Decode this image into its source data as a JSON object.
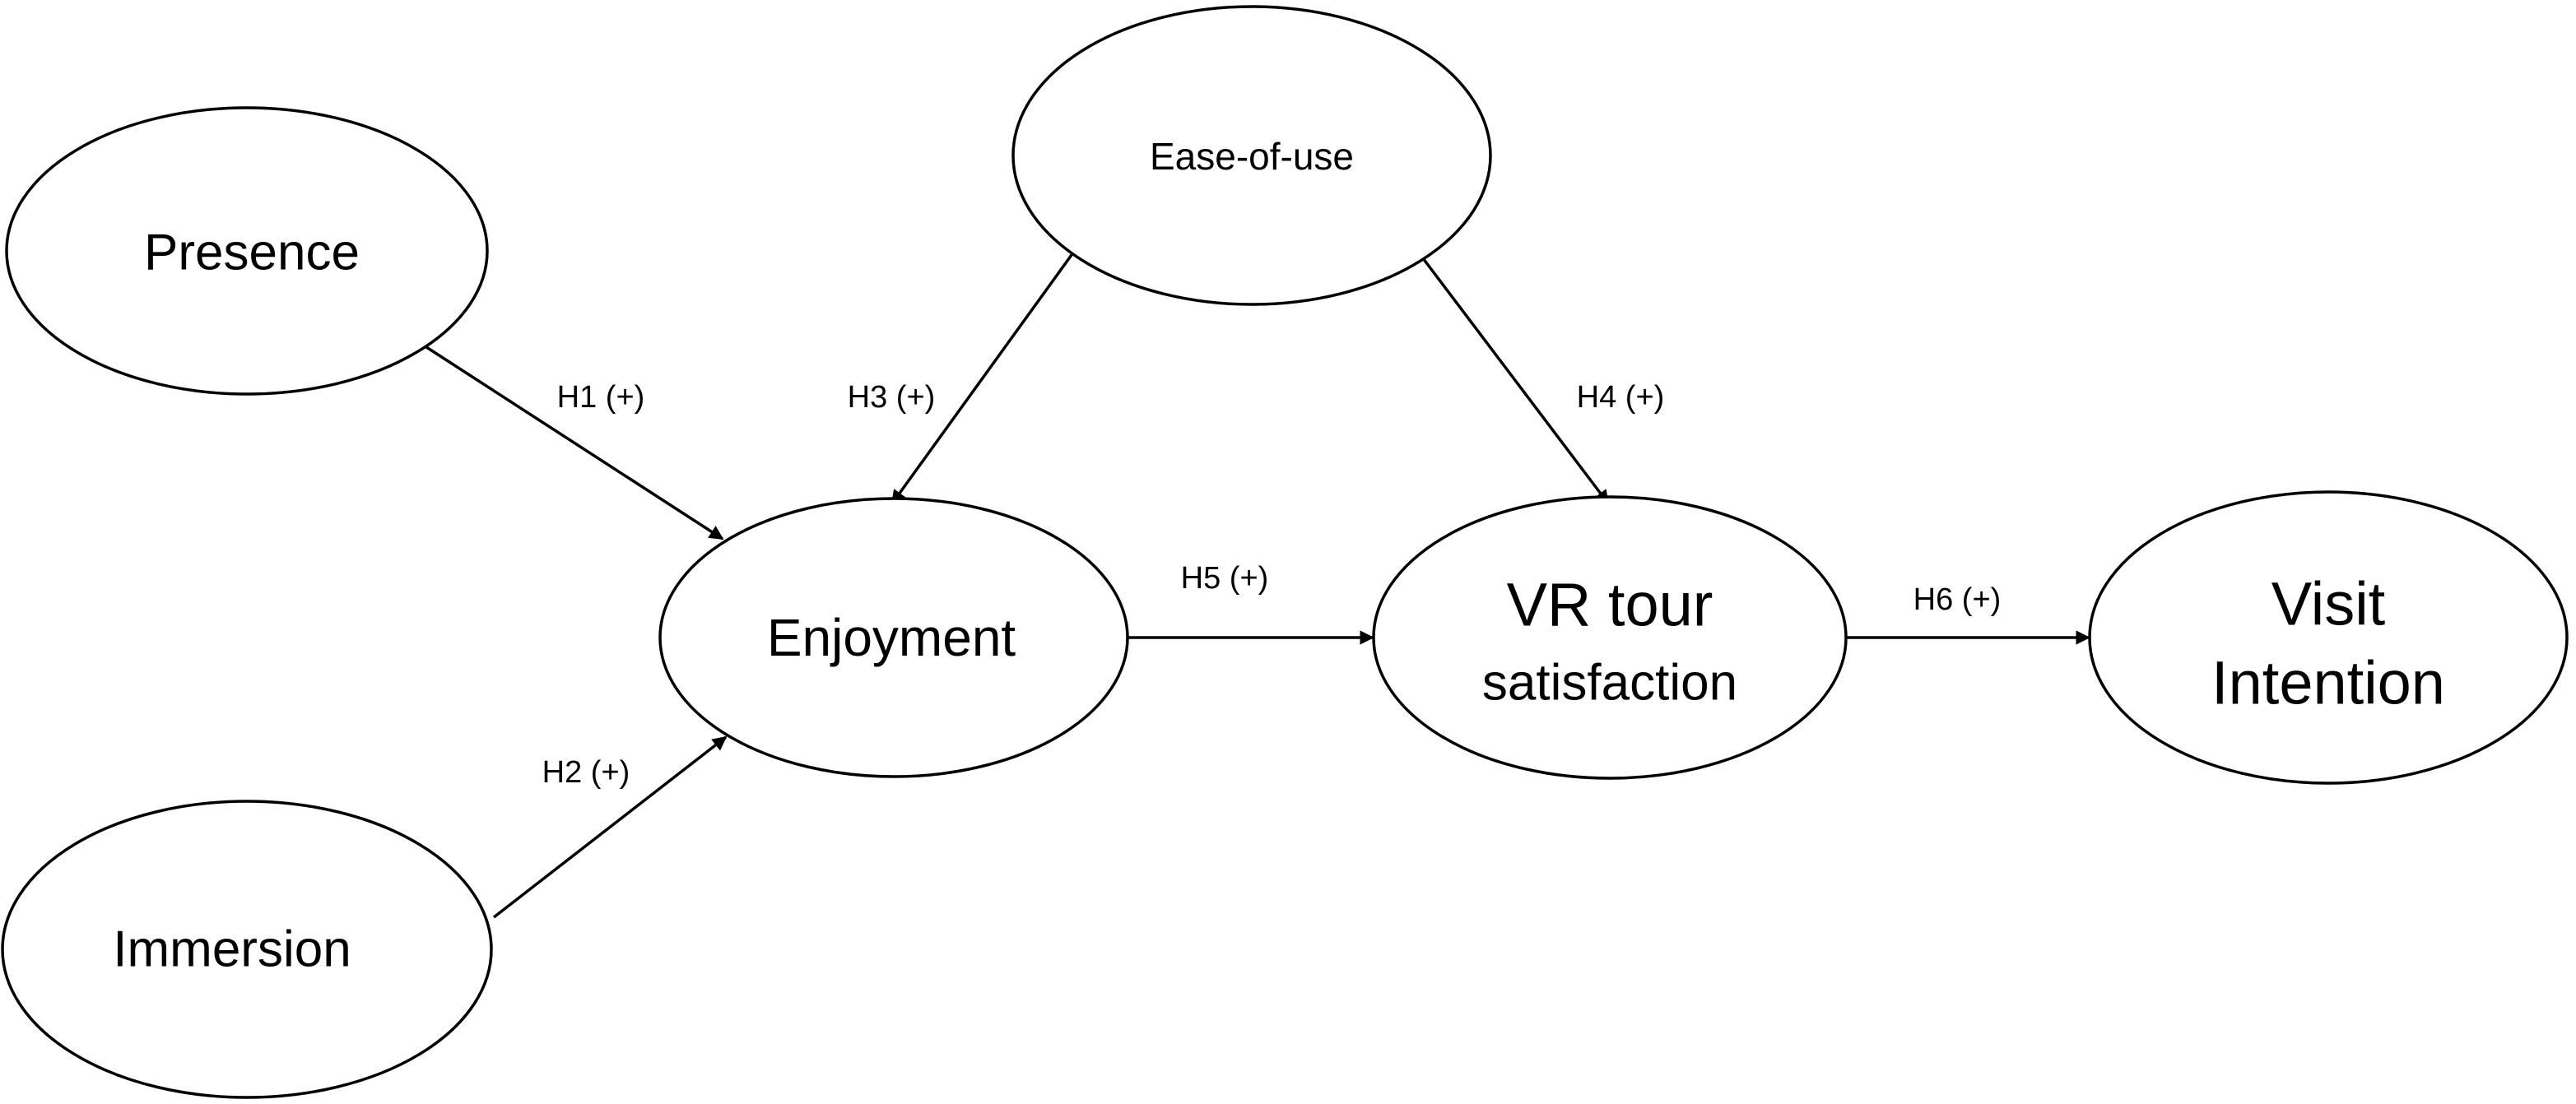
{
  "nodes": {
    "presence": {
      "lines": [
        "Presence"
      ]
    },
    "immersion": {
      "lines": [
        "Immersion"
      ]
    },
    "ease_of_use": {
      "lines": [
        "Ease-of-use"
      ]
    },
    "enjoyment": {
      "lines": [
        "Enjoyment"
      ]
    },
    "vr_tour_satisfaction": {
      "lines": [
        "VR tour",
        "satisfaction"
      ]
    },
    "visit_intention": {
      "lines": [
        "Visit",
        "Intention"
      ]
    }
  },
  "edges": [
    {
      "from": "presence",
      "to": "enjoyment",
      "label": "H1 (+)"
    },
    {
      "from": "immersion",
      "to": "enjoyment",
      "label": "H2 (+)"
    },
    {
      "from": "ease_of_use",
      "to": "enjoyment",
      "label": "H3 (+)"
    },
    {
      "from": "ease_of_use",
      "to": "vr_tour_satisfaction",
      "label": "H4 (+)"
    },
    {
      "from": "enjoyment",
      "to": "vr_tour_satisfaction",
      "label": "H5 (+)"
    },
    {
      "from": "vr_tour_satisfaction",
      "to": "visit_intention",
      "label": "H6 (+)"
    }
  ]
}
